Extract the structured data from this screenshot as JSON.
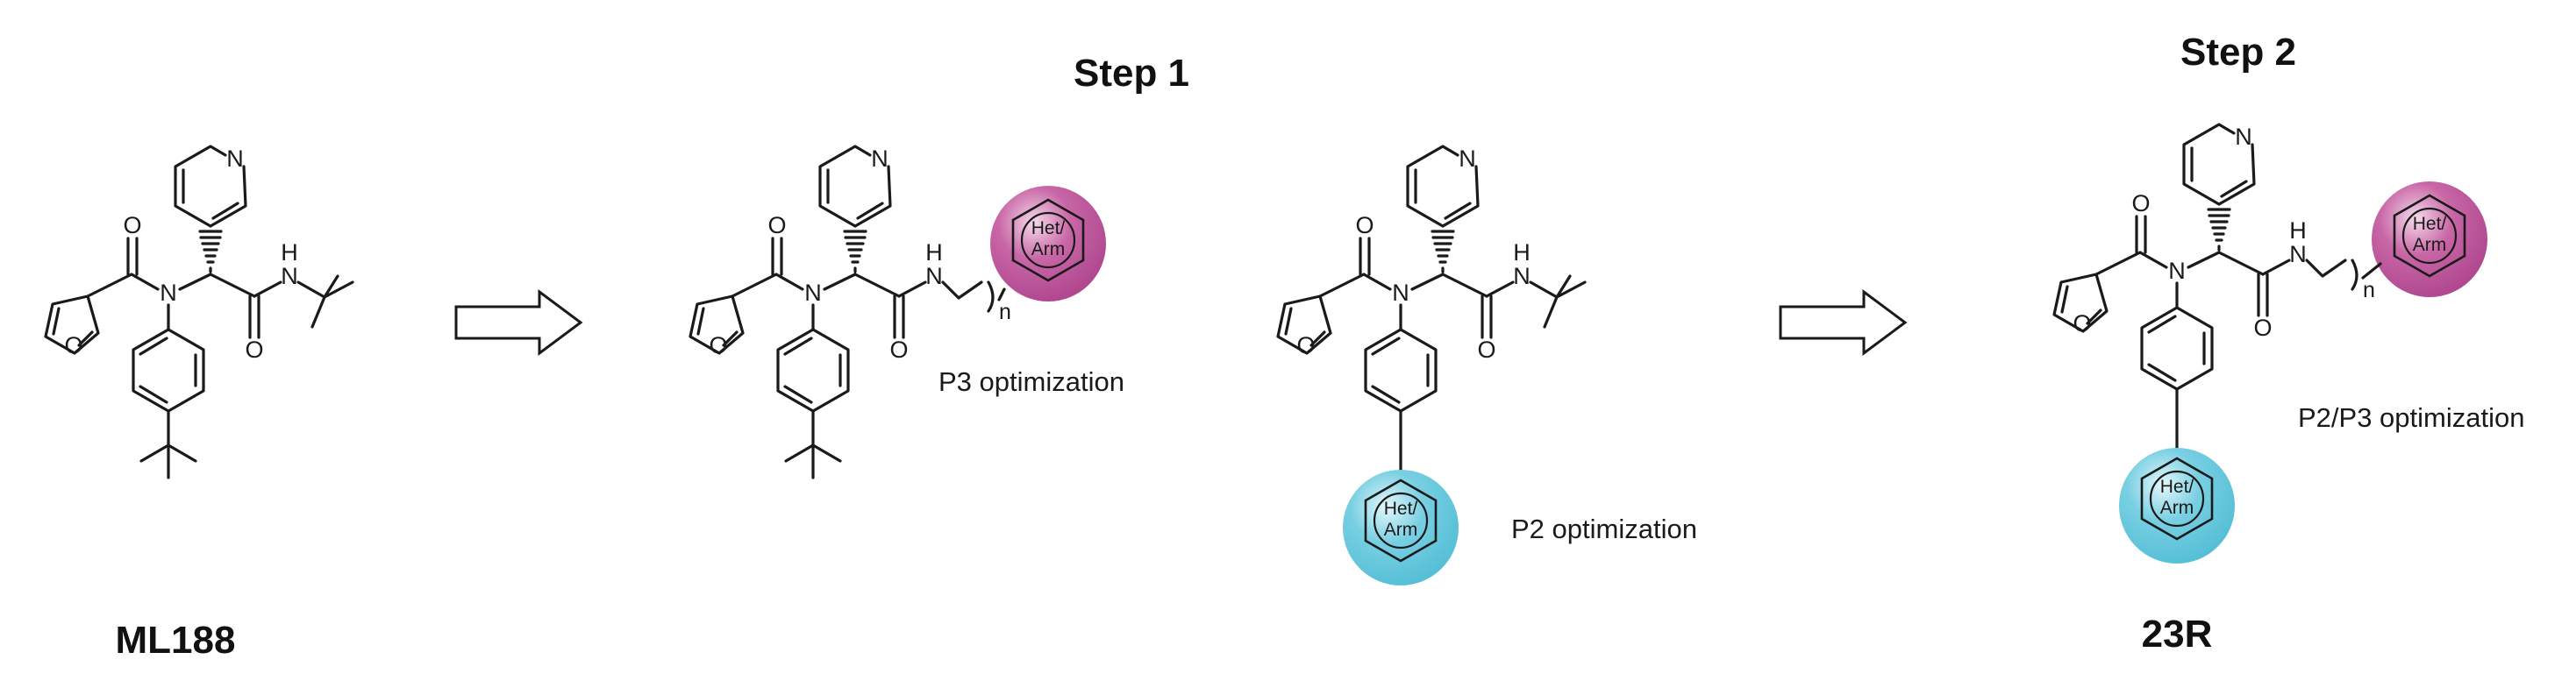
{
  "labels": {
    "compound_start": "ML188",
    "step1": "Step 1",
    "step2": "Step 2",
    "compound_end": "23R",
    "p3": "P3 optimization",
    "p2": "P2 optimization",
    "p2p3": "P2/P3 optimization"
  },
  "atoms": {
    "N": "N",
    "O": "O",
    "H": "H",
    "n": "n"
  },
  "sphere_label": {
    "line1": "Het/",
    "line2": "Arm"
  },
  "colors": {
    "p3_sphere": "#b0478f",
    "p2_sphere": "#55bfd6"
  },
  "icons": [
    "step-arrow-icon",
    "p3-sphere-icon",
    "p2-sphere-icon"
  ]
}
